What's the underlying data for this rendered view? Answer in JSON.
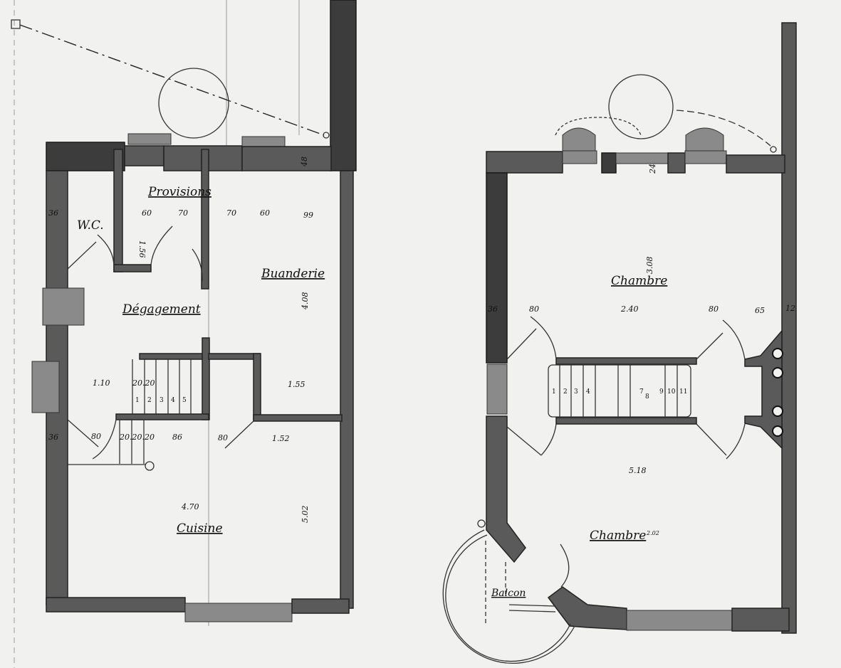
{
  "ground_floor": {
    "rooms": {
      "provisions": "Provisions",
      "wc": "W.C.",
      "degagement": "Dégagement",
      "buanderie": "Buanderie",
      "cuisine": "Cuisine"
    },
    "dimensions": {
      "wc_wall": "36",
      "top_60a": "60",
      "top_70a": "70",
      "top_70b": "70",
      "top_60b": "60",
      "top_99": "99",
      "provisions_depth": "1.56",
      "buanderie_depth": "4.08",
      "degagement_width": "1.10",
      "stair_treads_a": "20.20",
      "buanderie_width": "1.55",
      "wall_36": "36",
      "door_80a": "80",
      "stair_treads_b": "20.20.20",
      "width_86": "86",
      "door_80b": "80",
      "width_152": "1.52",
      "cuisine_width": "4.70",
      "cuisine_depth": "5.02",
      "top_wall": "48"
    },
    "stair_steps": [
      "1",
      "2",
      "3",
      "4",
      "5"
    ]
  },
  "first_floor": {
    "rooms": {
      "chambre_top": "Chambre",
      "chambre_bottom": "Chambre",
      "balcon": "Balcon"
    },
    "dimensions": {
      "wall_36": "36",
      "door_80a": "80",
      "width_240": "2.40",
      "door_80b": "80",
      "width_65": "65",
      "wall_12": "12",
      "chambre_top_depth": "3.08",
      "chambre_bottom_depth": "5.18",
      "top_wall": "24",
      "chambre_bottom_suffix": "2.02"
    },
    "stair_steps": [
      "1",
      "2",
      "3",
      "4",
      "7",
      "8",
      "9",
      "10",
      "11"
    ]
  }
}
